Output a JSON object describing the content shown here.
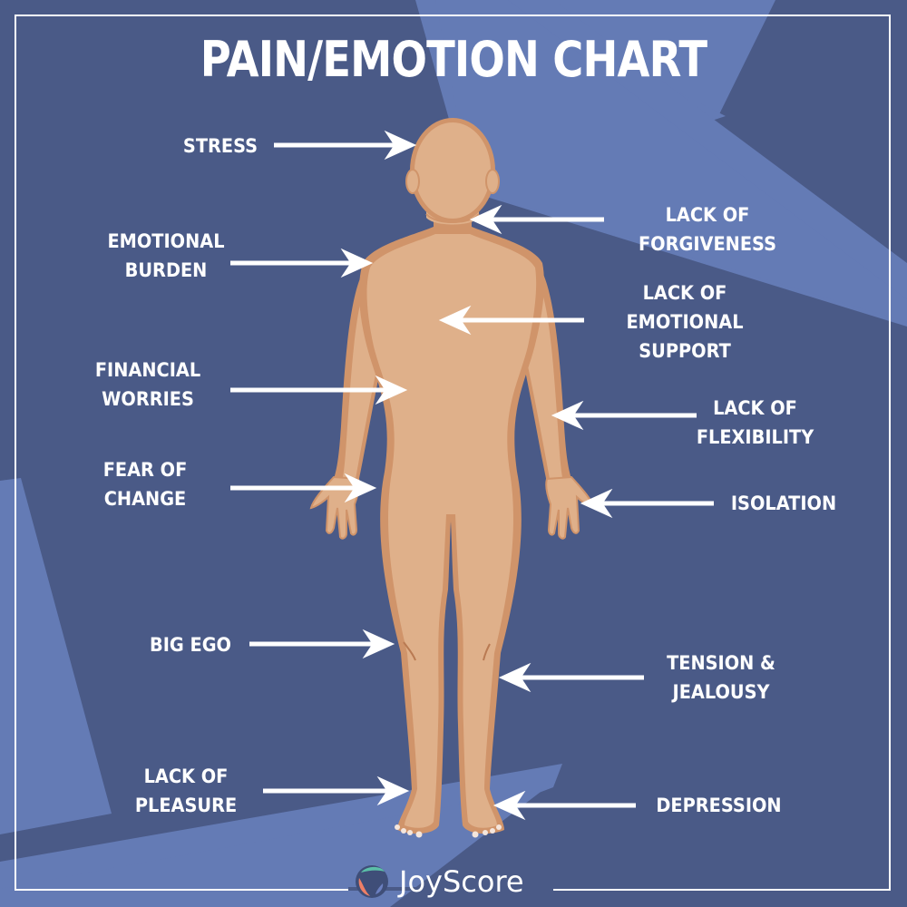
{
  "title": "PAIN/EMOTION CHART",
  "colors": {
    "background": "#4a5a87",
    "accent_shape": "#647bb5",
    "skin": "#dfb08a",
    "skin_outline": "#d0946a",
    "text": "#ffffff"
  },
  "labels_left": [
    {
      "id": "stress",
      "text": "STRESS"
    },
    {
      "id": "emotional-burden",
      "text": "EMOTIONAL\nBURDEN"
    },
    {
      "id": "financial-worries",
      "text": "FINANCIAL\nWORRIES"
    },
    {
      "id": "fear-of-change",
      "text": "FEAR OF\nCHANGE"
    },
    {
      "id": "big-ego",
      "text": "BIG EGO"
    },
    {
      "id": "lack-of-pleasure",
      "text": "LACK OF\nPLEASURE"
    }
  ],
  "labels_right": [
    {
      "id": "lack-of-forgiveness",
      "text": "LACK OF\nFORGIVENESS"
    },
    {
      "id": "lack-of-emotional-support",
      "text": "LACK OF\nEMOTIONAL\nSUPPORT"
    },
    {
      "id": "lack-of-flexibility",
      "text": "LACK OF\nFLEXIBILITY"
    },
    {
      "id": "isolation",
      "text": "ISOLATION"
    },
    {
      "id": "tension-jealousy",
      "text": "TENSION &\nJEALOUSY"
    },
    {
      "id": "depression",
      "text": "DEPRESSION"
    }
  ],
  "logo": {
    "icon": "joyscore-logo-icon",
    "text": "JoyScore"
  }
}
